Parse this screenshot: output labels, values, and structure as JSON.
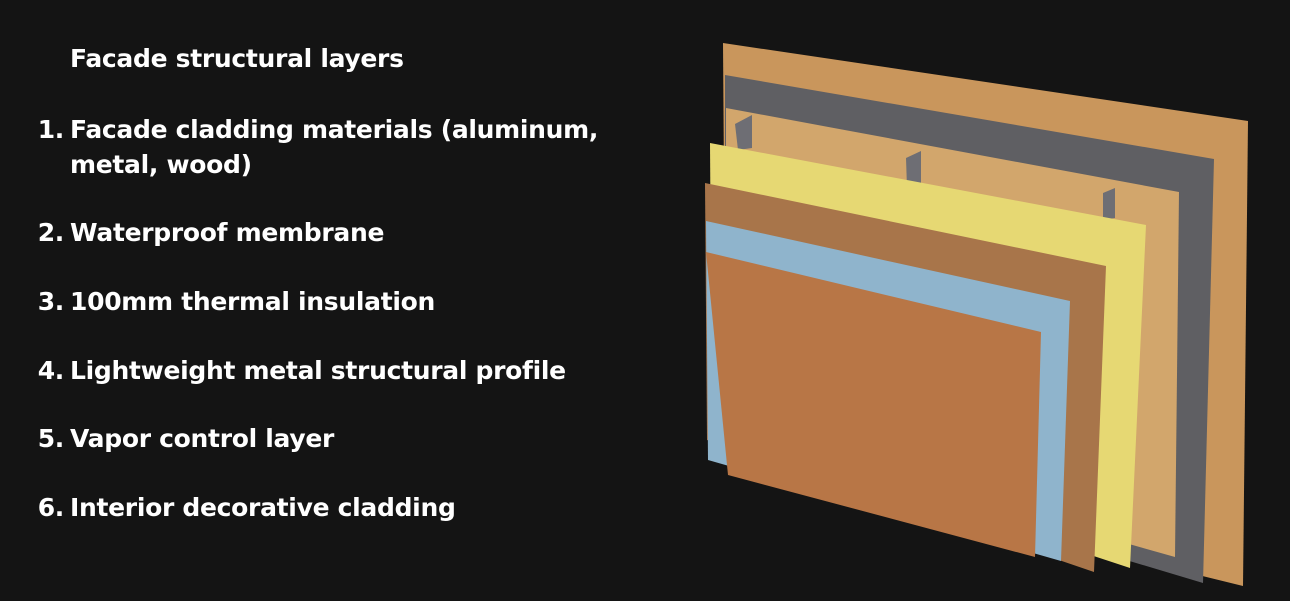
{
  "title": "Facade structural layers",
  "items": [
    {
      "number": "1.",
      "label": "Facade cladding materials (aluminum, metal, wood)"
    },
    {
      "number": "2.",
      "label": "Waterproof membrane"
    },
    {
      "number": "3.",
      "label": "100mm thermal insulation"
    },
    {
      "number": "4.",
      "label": "Lightweight metal structural profile"
    },
    {
      "number": "5.",
      "label": "Vapor control layer"
    },
    {
      "number": "6.",
      "label": "Interior decorative cladding"
    }
  ],
  "colors": {
    "background": "#141414",
    "wood": "#c9965c",
    "membrane": "#5f5f63",
    "wood_inner": "#d2a66c",
    "insulation": "#e6d873",
    "board": "#a8754a",
    "vapor": "#8fb4cc",
    "interior": "#b87646",
    "profile": "#6e6e74"
  }
}
